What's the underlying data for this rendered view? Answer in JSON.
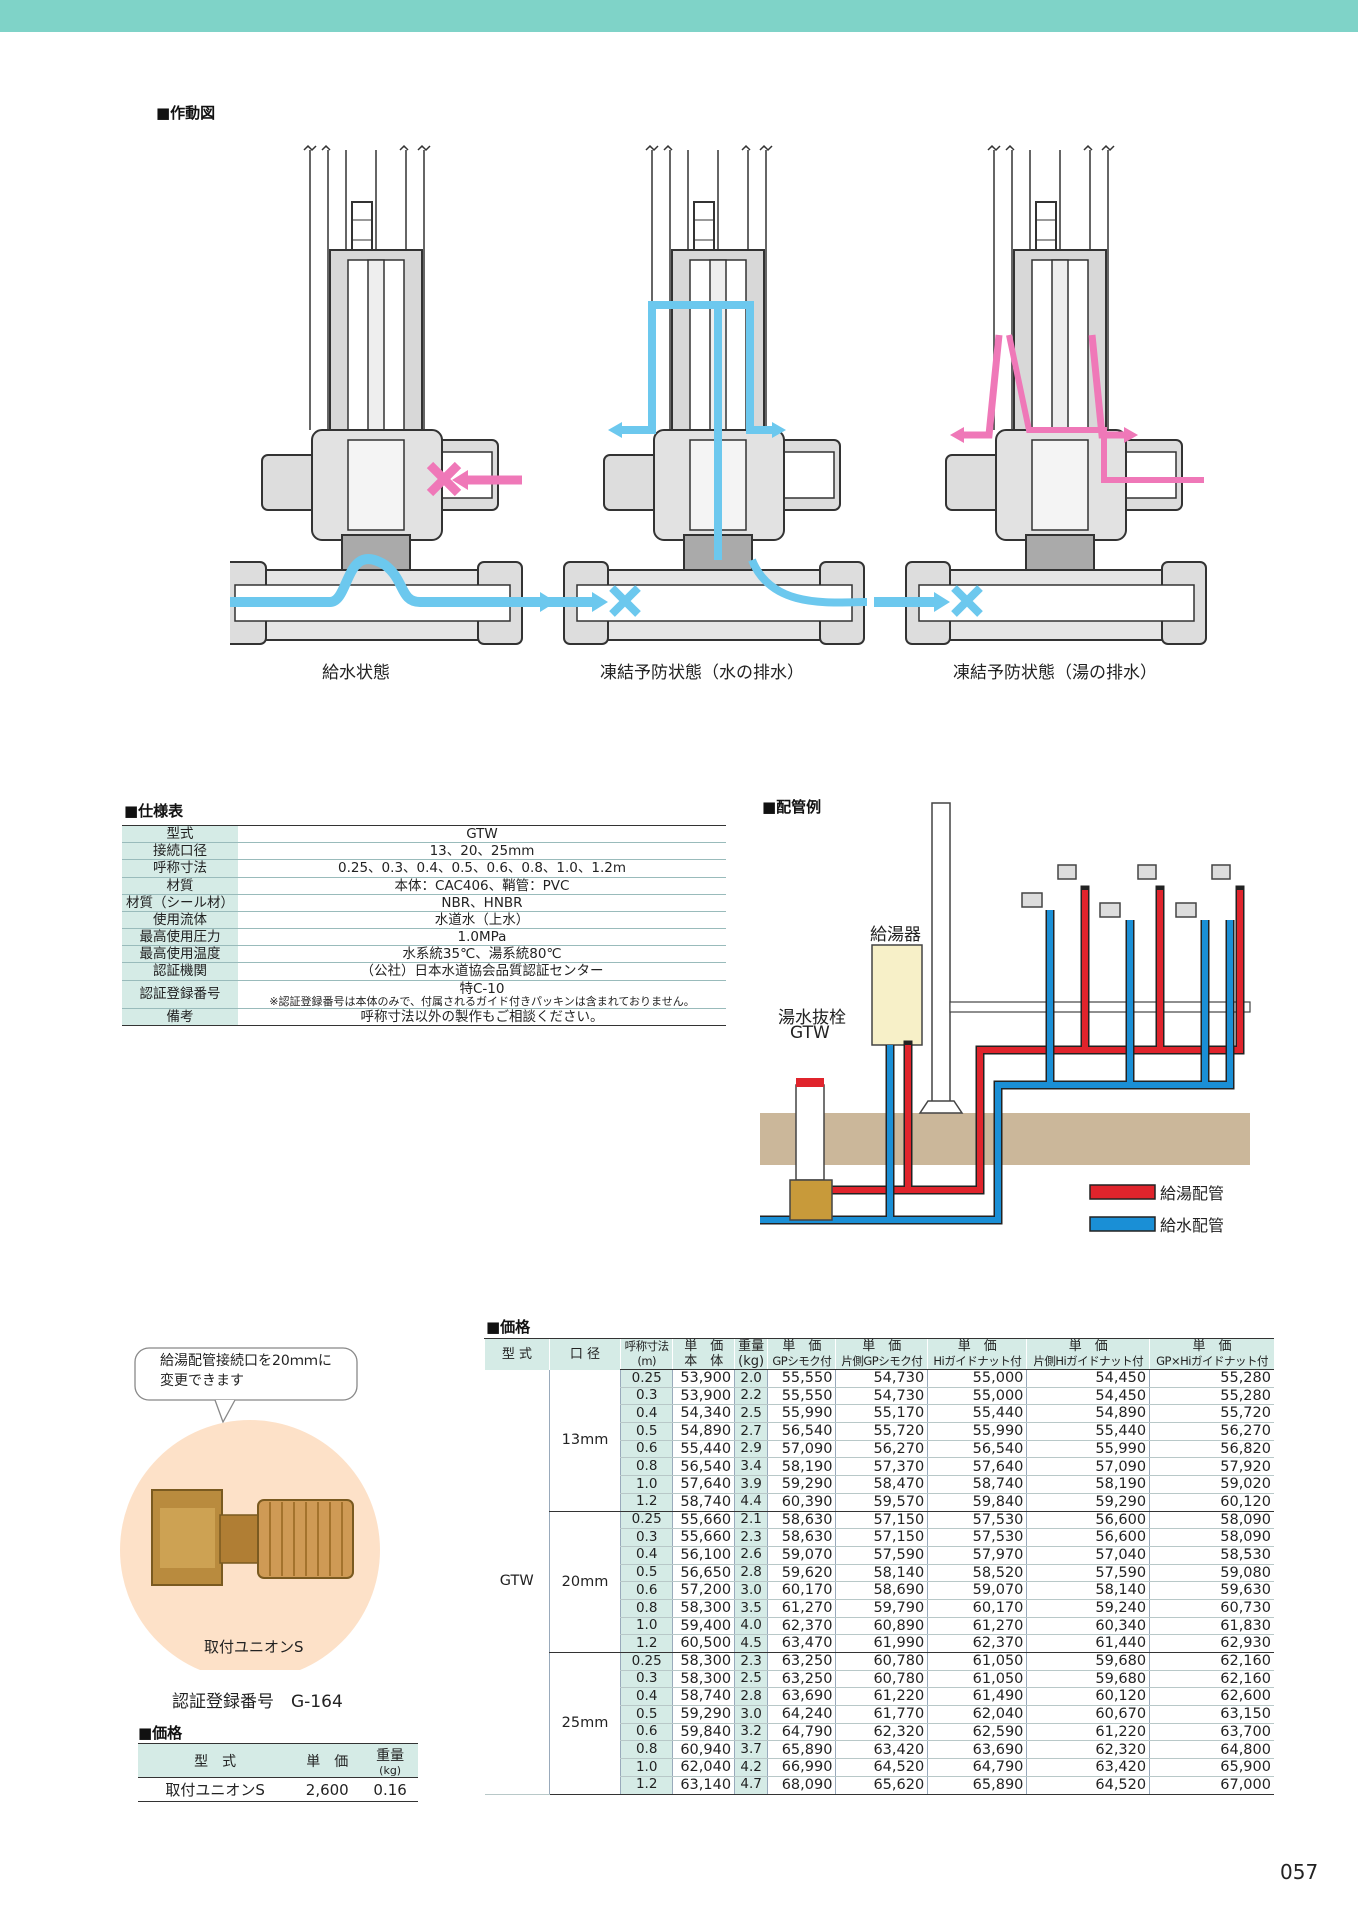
{
  "sections": {
    "operation": "■作動図",
    "spec": "■仕様表",
    "piping": "■配管例",
    "price": "■価格",
    "price_small": "■価格"
  },
  "diagrams": {
    "cap1": "給水状態",
    "cap2": "凍結予防状態（水の排水）",
    "cap3": "凍結予防状態（湯の排水）"
  },
  "piping": {
    "heater": "給湯器",
    "valve_line1": "湯水抜栓",
    "valve_line2": "GTW",
    "legend_hot": "給湯配管",
    "legend_cold": "給水配管"
  },
  "spec": [
    {
      "k": "型式",
      "v": "GTW"
    },
    {
      "k": "接続口径",
      "v": "13、20、25mm"
    },
    {
      "k": "呼称寸法",
      "v": "0.25、0.3、0.4、0.5、0.6、0.8、1.0、1.2m"
    },
    {
      "k": "材質",
      "v": "本体：CAC406、鞘管：PVC"
    },
    {
      "k": "材質（シール材）",
      "v": "NBR、HNBR"
    },
    {
      "k": "使用流体",
      "v": "水道水（上水）"
    },
    {
      "k": "最高使用圧力",
      "v": "1.0MPa"
    },
    {
      "k": "最高使用温度",
      "v": "水系統35℃、湯系統80℃"
    },
    {
      "k": "認証機関",
      "v": "（公社）日本水道協会品質認証センター"
    },
    {
      "k": "認証登録番号",
      "v": "特C-10",
      "note": "※認証登録番号は本体のみで、付属されるガイド付きパッキンは含まれておりません。"
    },
    {
      "k": "備考",
      "v": "呼称寸法以外の製作もご相談ください。"
    }
  ],
  "union": {
    "bubble": "給湯配管接続口を20ｍｍに変更できます",
    "label": "取付ユニオンS",
    "cert": "認証登録番号　G-164",
    "table_head": [
      "型　式",
      "単　価",
      "重量",
      "(kg)"
    ],
    "row": [
      "取付ユニオンS",
      "2,600",
      "0.16"
    ]
  },
  "price_table": {
    "headers": {
      "model": "型 式",
      "bore": "口 径",
      "size1": "呼称寸法",
      "size2": "(m)",
      "body1": "単　価",
      "body2": "本　体",
      "wt1": "重量",
      "wt2": "(kg)",
      "c1a": "単　価",
      "c1b": "GPシモク付",
      "c2a": "単　価",
      "c2b": "片側GPシモク付",
      "c3a": "単　価",
      "c3b": "Hiガイドナット付",
      "c4a": "単　価",
      "c4b": "片側Hiガイドナット付",
      "c5a": "単　価",
      "c5b": "GP×Hiガイドナット付"
    },
    "model": "GTW",
    "groups": [
      {
        "bore": "13mm",
        "rows": [
          [
            "0.25",
            "53,900",
            "2.0",
            "55,550",
            "54,730",
            "55,000",
            "54,450",
            "55,280"
          ],
          [
            "0.3",
            "53,900",
            "2.2",
            "55,550",
            "54,730",
            "55,000",
            "54,450",
            "55,280"
          ],
          [
            "0.4",
            "54,340",
            "2.5",
            "55,990",
            "55,170",
            "55,440",
            "54,890",
            "55,720"
          ],
          [
            "0.5",
            "54,890",
            "2.7",
            "56,540",
            "55,720",
            "55,990",
            "55,440",
            "56,270"
          ],
          [
            "0.6",
            "55,440",
            "2.9",
            "57,090",
            "56,270",
            "56,540",
            "55,990",
            "56,820"
          ],
          [
            "0.8",
            "56,540",
            "3.4",
            "58,190",
            "57,370",
            "57,640",
            "57,090",
            "57,920"
          ],
          [
            "1.0",
            "57,640",
            "3.9",
            "59,290",
            "58,470",
            "58,740",
            "58,190",
            "59,020"
          ],
          [
            "1.2",
            "58,740",
            "4.4",
            "60,390",
            "59,570",
            "59,840",
            "59,290",
            "60,120"
          ]
        ]
      },
      {
        "bore": "20mm",
        "rows": [
          [
            "0.25",
            "55,660",
            "2.1",
            "58,630",
            "57,150",
            "57,530",
            "56,600",
            "58,090"
          ],
          [
            "0.3",
            "55,660",
            "2.3",
            "58,630",
            "57,150",
            "57,530",
            "56,600",
            "58,090"
          ],
          [
            "0.4",
            "56,100",
            "2.6",
            "59,070",
            "57,590",
            "57,970",
            "57,040",
            "58,530"
          ],
          [
            "0.5",
            "56,650",
            "2.8",
            "59,620",
            "58,140",
            "58,520",
            "57,590",
            "59,080"
          ],
          [
            "0.6",
            "57,200",
            "3.0",
            "60,170",
            "58,690",
            "59,070",
            "58,140",
            "59,630"
          ],
          [
            "0.8",
            "58,300",
            "3.5",
            "61,270",
            "59,790",
            "60,170",
            "59,240",
            "60,730"
          ],
          [
            "1.0",
            "59,400",
            "4.0",
            "62,370",
            "60,890",
            "61,270",
            "60,340",
            "61,830"
          ],
          [
            "1.2",
            "60,500",
            "4.5",
            "63,470",
            "61,990",
            "62,370",
            "61,440",
            "62,930"
          ]
        ]
      },
      {
        "bore": "25mm",
        "rows": [
          [
            "0.25",
            "58,300",
            "2.3",
            "63,250",
            "60,780",
            "61,050",
            "59,680",
            "62,160"
          ],
          [
            "0.3",
            "58,300",
            "2.5",
            "63,250",
            "60,780",
            "61,050",
            "59,680",
            "62,160"
          ],
          [
            "0.4",
            "58,740",
            "2.8",
            "63,690",
            "61,220",
            "61,490",
            "60,120",
            "62,600"
          ],
          [
            "0.5",
            "59,290",
            "3.0",
            "64,240",
            "61,770",
            "62,040",
            "60,670",
            "63,150"
          ],
          [
            "0.6",
            "59,840",
            "3.2",
            "64,790",
            "62,320",
            "62,590",
            "61,220",
            "63,700"
          ],
          [
            "0.8",
            "60,940",
            "3.7",
            "65,890",
            "63,420",
            "63,690",
            "62,320",
            "64,800"
          ],
          [
            "1.0",
            "62,040",
            "4.2",
            "66,990",
            "64,520",
            "64,790",
            "63,420",
            "65,900"
          ],
          [
            "1.2",
            "63,140",
            "4.7",
            "68,090",
            "65,620",
            "65,890",
            "64,520",
            "67,000"
          ]
        ]
      }
    ]
  },
  "page_number": "057",
  "colors": {
    "accent": "#7fd3c8",
    "header_fill": "#d5ebe6",
    "hot": "#e0242c",
    "cold": "#1a8fd6"
  }
}
